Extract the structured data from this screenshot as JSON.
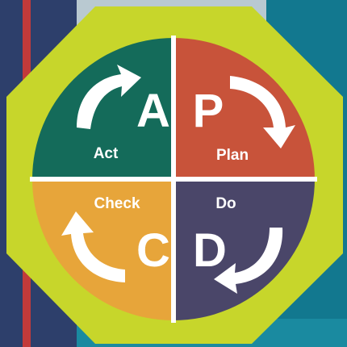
{
  "colors": {
    "background": "#12788f",
    "octagon": "#c7d62b",
    "act": "#146b5a",
    "plan": "#c8533a",
    "check": "#e7a53a",
    "do": "#4a4669",
    "divider": "#ffffff",
    "arrow": "#ffffff"
  },
  "quadrants": [
    {
      "id": "act",
      "letter": "A",
      "label": "Act",
      "arrow_icon": "curved-arrow-up-right-icon"
    },
    {
      "id": "plan",
      "letter": "P",
      "label": "Plan",
      "arrow_icon": "curved-arrow-down-right-icon"
    },
    {
      "id": "do",
      "letter": "D",
      "label": "Do",
      "arrow_icon": "curved-arrow-down-left-icon"
    },
    {
      "id": "check",
      "letter": "C",
      "label": "Check",
      "arrow_icon": "curved-arrow-up-left-icon"
    }
  ]
}
